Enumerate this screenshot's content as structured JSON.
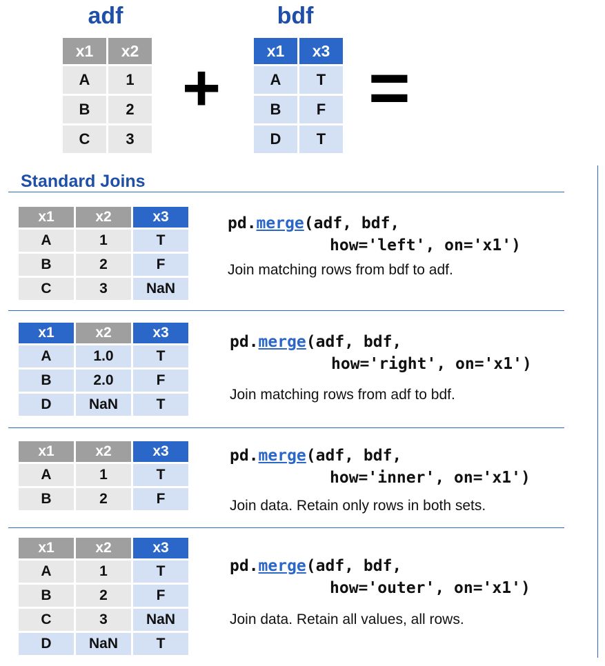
{
  "top": {
    "adf": {
      "name": "adf",
      "headers": [
        "x1",
        "x2"
      ],
      "rows": [
        [
          "A",
          "1"
        ],
        [
          "B",
          "2"
        ],
        [
          "C",
          "3"
        ]
      ]
    },
    "bdf": {
      "name": "bdf",
      "headers": [
        "x1",
        "x3"
      ],
      "rows": [
        [
          "A",
          "T"
        ],
        [
          "B",
          "F"
        ],
        [
          "D",
          "T"
        ]
      ]
    },
    "plus": "+",
    "equals": "="
  },
  "section_title": "Standard Joins",
  "joins": [
    {
      "code_prefix": "pd.",
      "code_fn": "merge",
      "code_line1": "(adf, bdf,",
      "code_line2": "how='left', on='x1')",
      "description": "Join matching rows from bdf to adf.",
      "headers": [
        "x1",
        "x2",
        "x3"
      ],
      "rows": [
        [
          "A",
          "1",
          "T"
        ],
        [
          "B",
          "2",
          "F"
        ],
        [
          "C",
          "3",
          "NaN"
        ]
      ]
    },
    {
      "code_prefix": "pd.",
      "code_fn": "merge",
      "code_line1": "(adf, bdf,",
      "code_line2": "how='right', on='x1')",
      "description": "Join matching rows from adf to bdf.",
      "headers": [
        "x1",
        "x2",
        "x3"
      ],
      "rows": [
        [
          "A",
          "1.0",
          "T"
        ],
        [
          "B",
          "2.0",
          "F"
        ],
        [
          "D",
          "NaN",
          "T"
        ]
      ]
    },
    {
      "code_prefix": "pd.",
      "code_fn": "merge",
      "code_line1": "(adf, bdf,",
      "code_line2": "how='inner', on='x1')",
      "description": "Join data. Retain only rows in both sets.",
      "headers": [
        "x1",
        "x2",
        "x3"
      ],
      "rows": [
        [
          "A",
          "1",
          "T"
        ],
        [
          "B",
          "2",
          "F"
        ]
      ]
    },
    {
      "code_prefix": "pd.",
      "code_fn": "merge",
      "code_line1": "(adf, bdf,",
      "code_line2": "how='outer', on='x1')",
      "description": "Join data. Retain all values, all rows.",
      "headers": [
        "x1",
        "x2",
        "x3"
      ],
      "rows": [
        [
          "A",
          "1",
          "T"
        ],
        [
          "B",
          "2",
          "F"
        ],
        [
          "C",
          "3",
          "NaN"
        ],
        [
          "D",
          "NaN",
          "T"
        ]
      ]
    }
  ],
  "colors": {
    "accent_blue": "#2a67c9",
    "title_blue": "#1f4fa8",
    "header_gray": "#9f9f9f",
    "cell_gray": "#e8e8e8",
    "cell_blue": "#d4e1f4"
  }
}
